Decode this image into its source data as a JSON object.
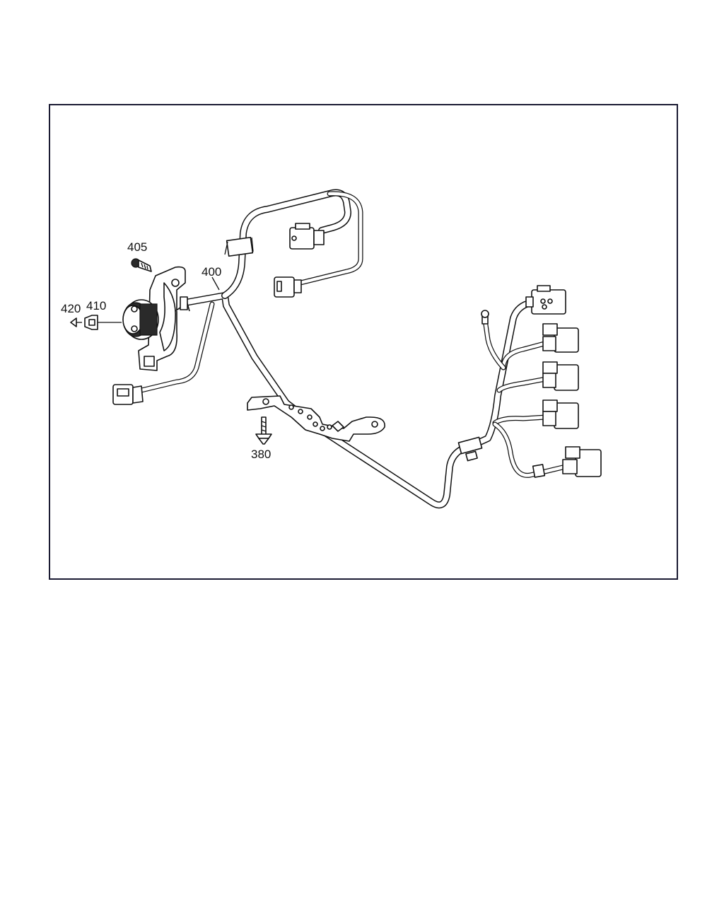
{
  "diagram": {
    "part_labels": {
      "p380": "380",
      "p400": "400",
      "p405": "405",
      "p410": "410",
      "p420": "420"
    },
    "colors": {
      "frame": "#1b1b33",
      "ink": "#111111",
      "background": "#ffffff"
    }
  }
}
